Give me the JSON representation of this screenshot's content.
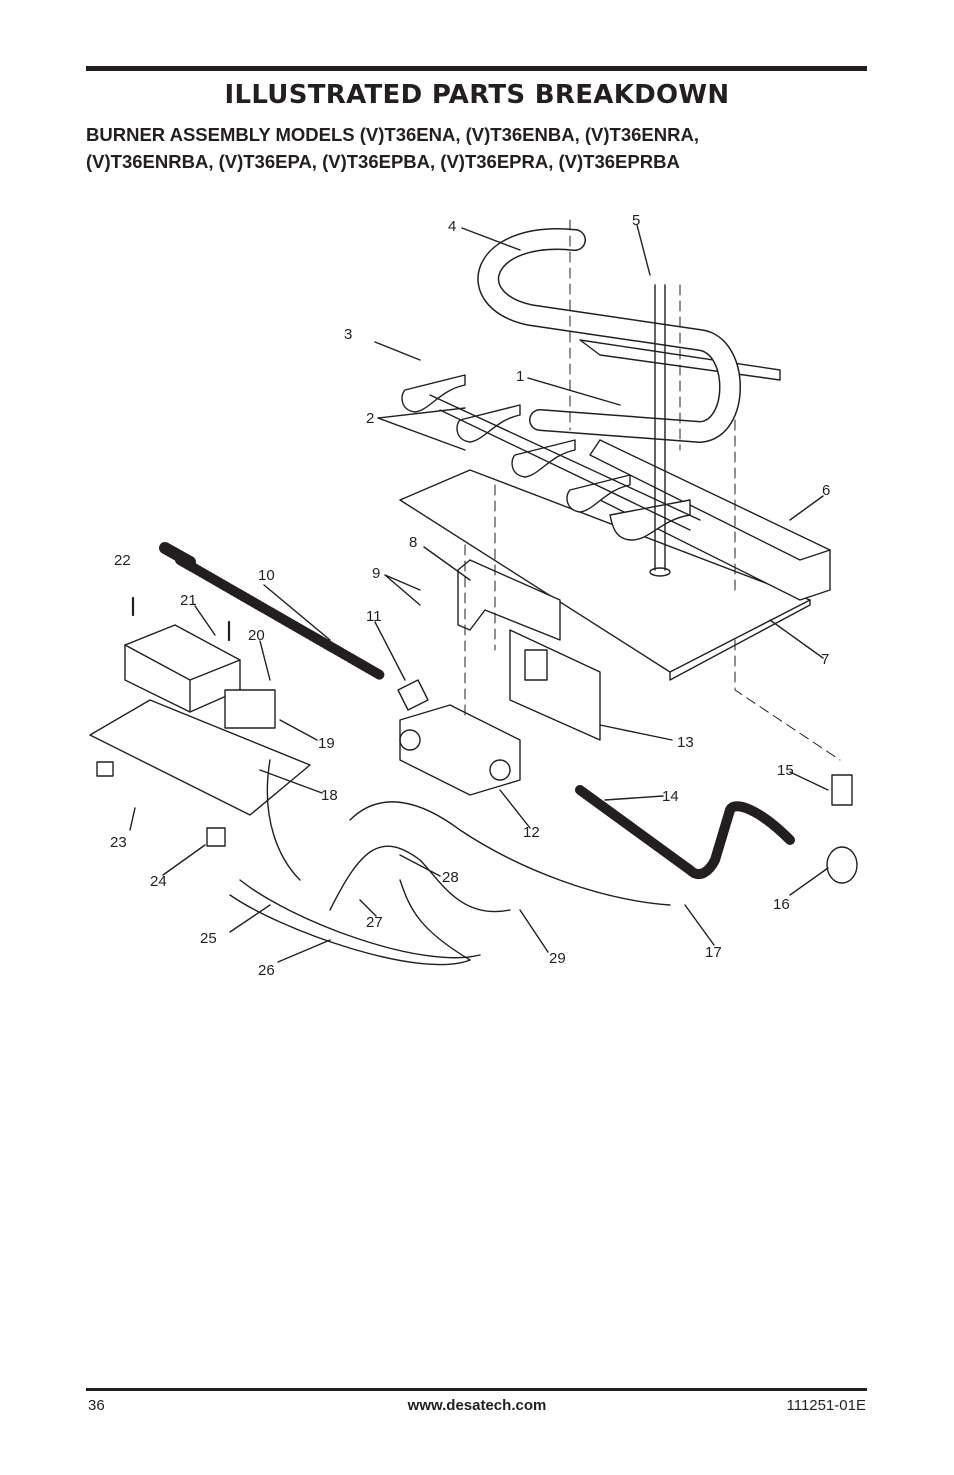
{
  "header": {
    "title": "ILLUSTRATED PARTS BREAKDOWN",
    "subtitle_line1": "BURNER ASSEMBLY MODELS (V)T36ENA, (V)T36ENBA, (V)T36ENRA,",
    "subtitle_line2": "(V)T36ENRBA, (V)T36EPA, (V)T36EPBA, (V)T36EPRA, (V)T36EPRBA"
  },
  "diagram": {
    "callouts": [
      "1",
      "2",
      "3",
      "4",
      "5",
      "6",
      "7",
      "8",
      "9",
      "10",
      "11",
      "12",
      "13",
      "14",
      "15",
      "16",
      "17",
      "18",
      "19",
      "20",
      "21",
      "22",
      "23",
      "24",
      "25",
      "26",
      "27",
      "28",
      "29"
    ]
  },
  "footer": {
    "page_number": "36",
    "website": "www.desatech.com",
    "doc_number": "111251-01E"
  }
}
